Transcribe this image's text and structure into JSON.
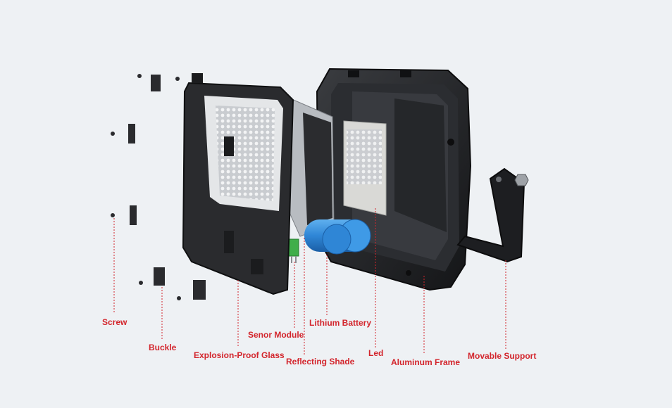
{
  "diagram": {
    "type": "exploded-view",
    "callouts": [
      {
        "id": "screw",
        "label": "Screw"
      },
      {
        "id": "buckle",
        "label": "Buckle"
      },
      {
        "id": "explosion-proof-glass",
        "label": "Explosion-Proof Glass"
      },
      {
        "id": "senor-module",
        "label": "Senor Module"
      },
      {
        "id": "reflecting-shade",
        "label": "Reflecting Shade"
      },
      {
        "id": "lithium-battery",
        "label": "Lithium Battery"
      },
      {
        "id": "led",
        "label": "Led"
      },
      {
        "id": "aluminum-frame",
        "label": "Aluminum Frame"
      },
      {
        "id": "movable-support",
        "label": "Movable Support"
      }
    ]
  },
  "colors": {
    "background": "#eef1f4",
    "label": "#d3252c",
    "leader_line": "#d3252c",
    "housing": "#1e1f22",
    "battery": "#2f86d6",
    "sensor": "#3fae4a",
    "led_board": "#d9d9d6"
  }
}
